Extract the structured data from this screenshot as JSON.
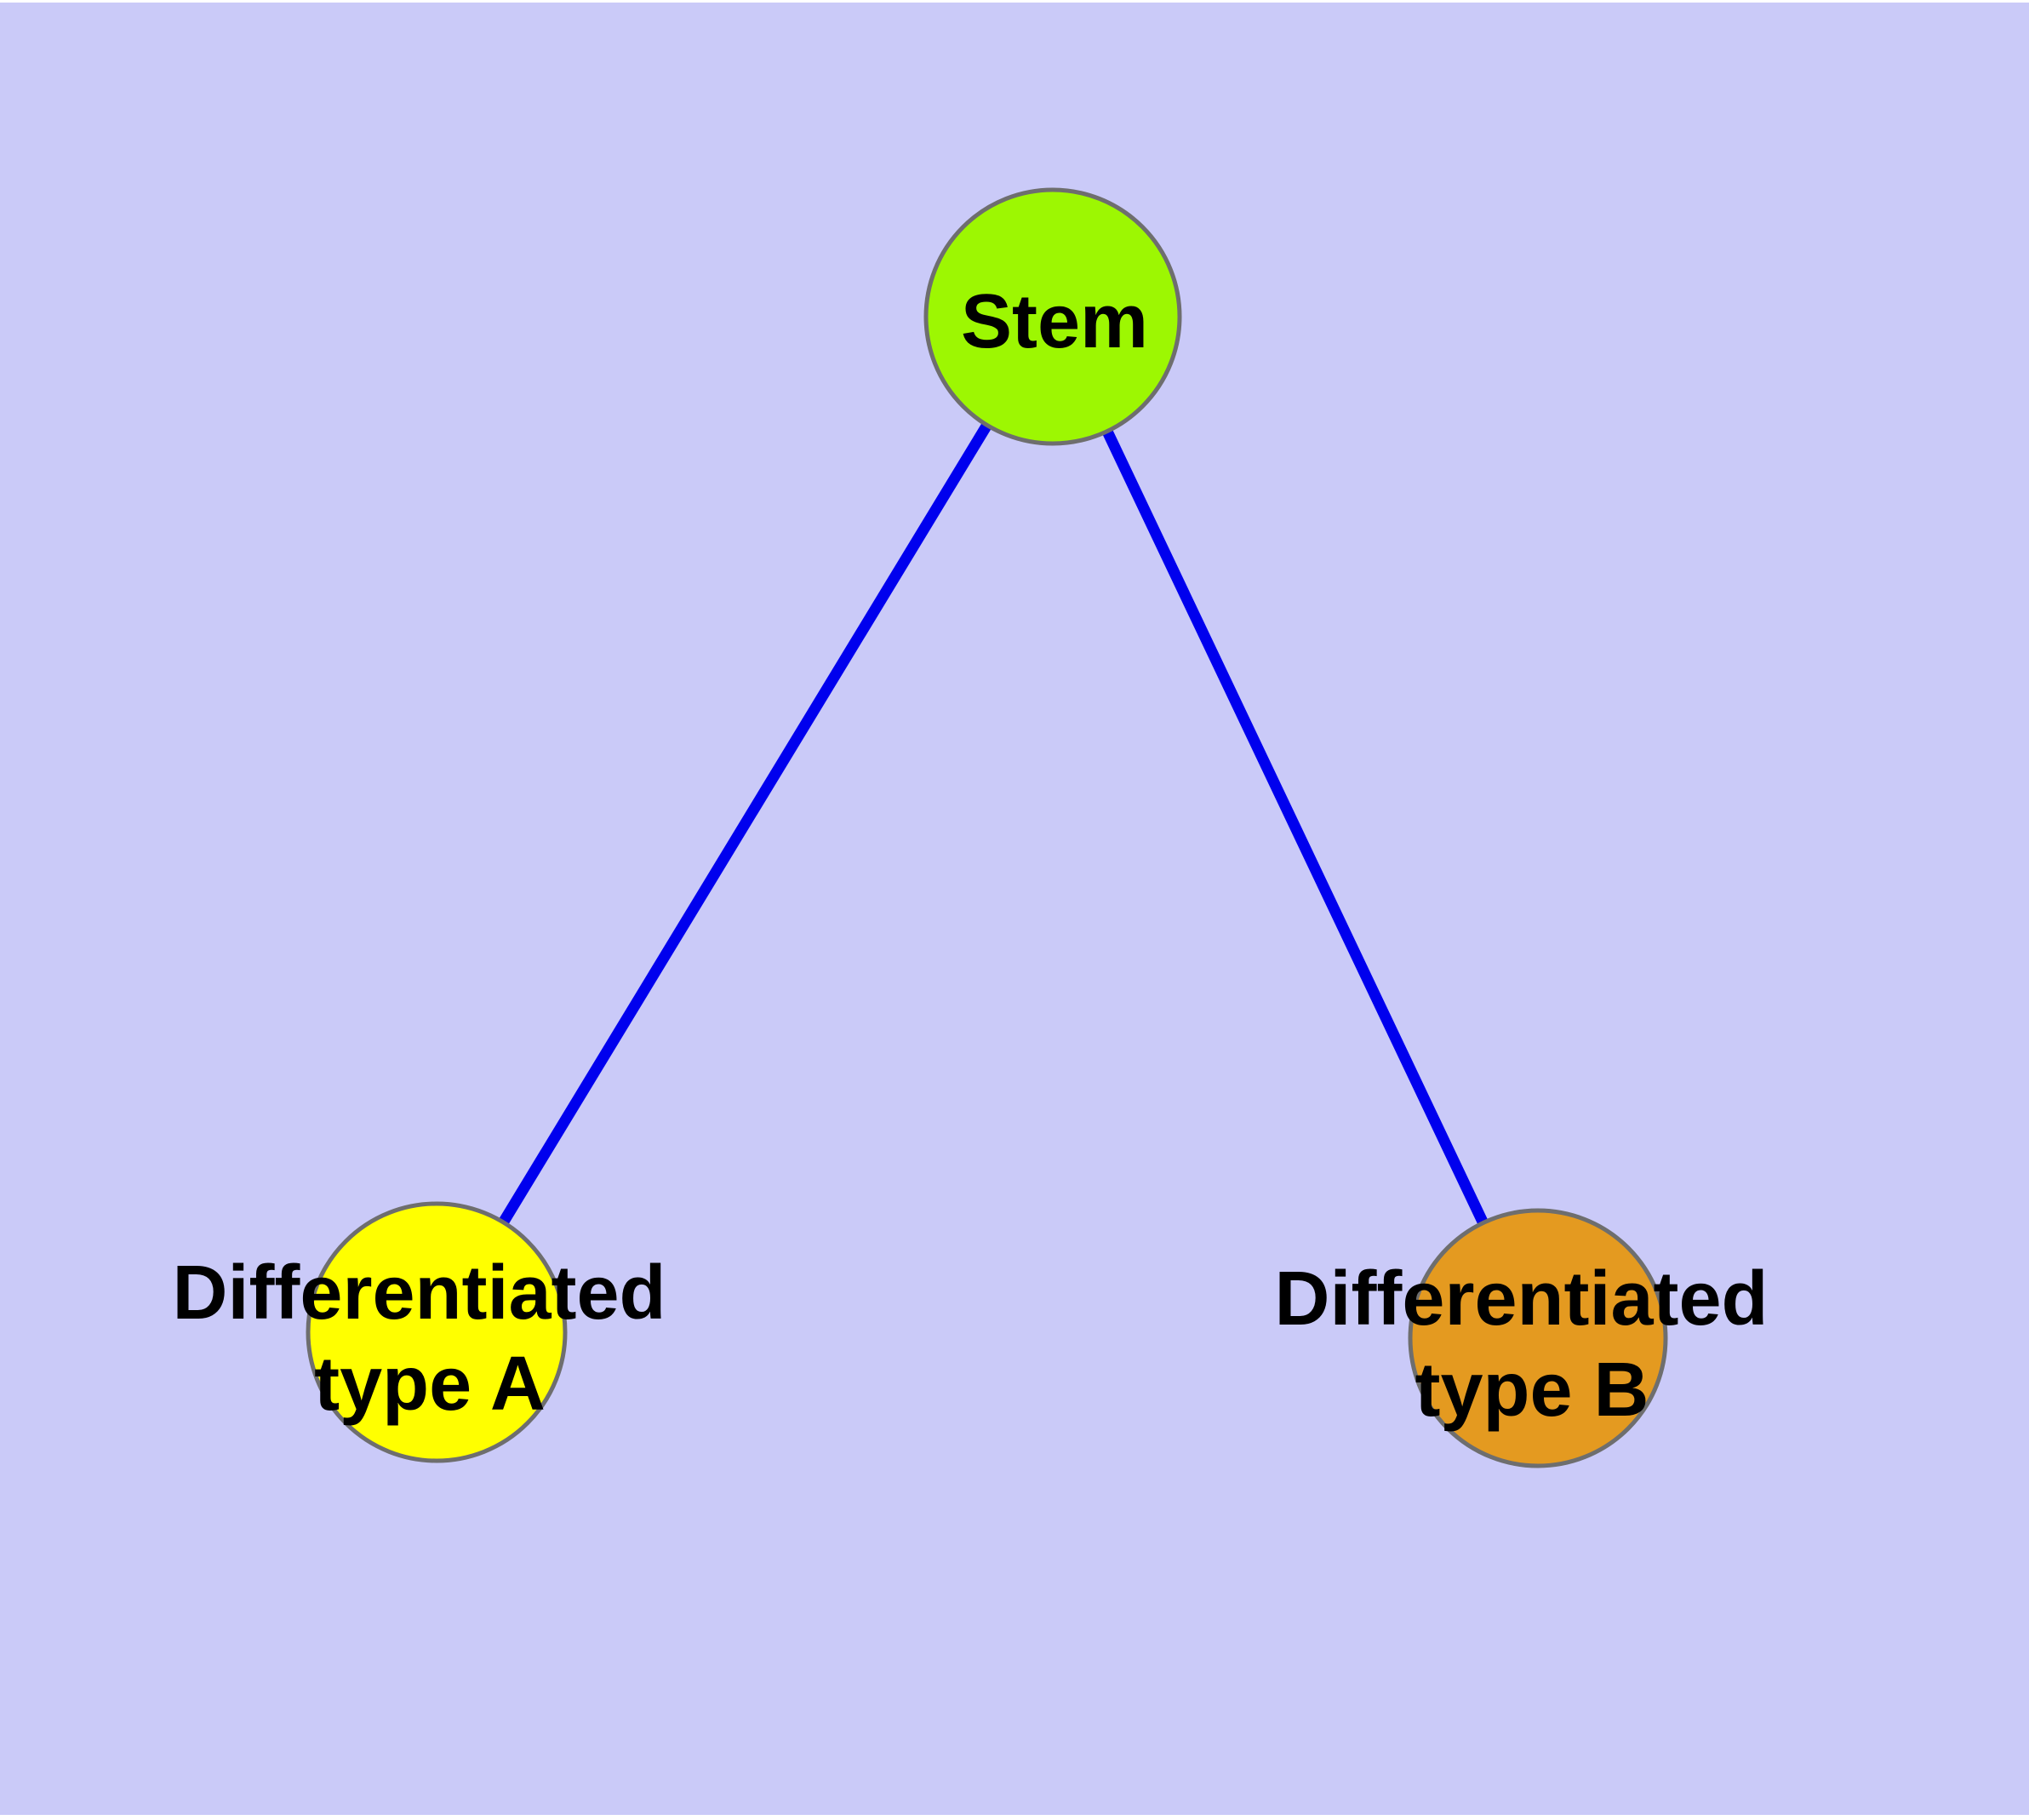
{
  "diagram": {
    "type": "graph",
    "background_color": "#CACAF8",
    "page_margin_color": "#FFFFFF",
    "node_border_color": "#6E6E6E",
    "label_color": "#000000",
    "nodes": {
      "stem": {
        "label": "Stem",
        "color": "#9DF702"
      },
      "type_a": {
        "label_line1": "Differentiated",
        "label_line2": "type A",
        "label_full": "Differentiated type A",
        "color": "#FFFF00"
      },
      "type_b": {
        "label_line1": "Differentiated",
        "label_line2": "type B",
        "label_full": "Differentiated type B",
        "color": "#E49A20"
      }
    },
    "edges": {
      "color": "#0000EE",
      "items": [
        {
          "from": "Stem",
          "to": "Differentiated type A"
        },
        {
          "from": "Stem",
          "to": "Differentiated type B"
        }
      ]
    }
  }
}
